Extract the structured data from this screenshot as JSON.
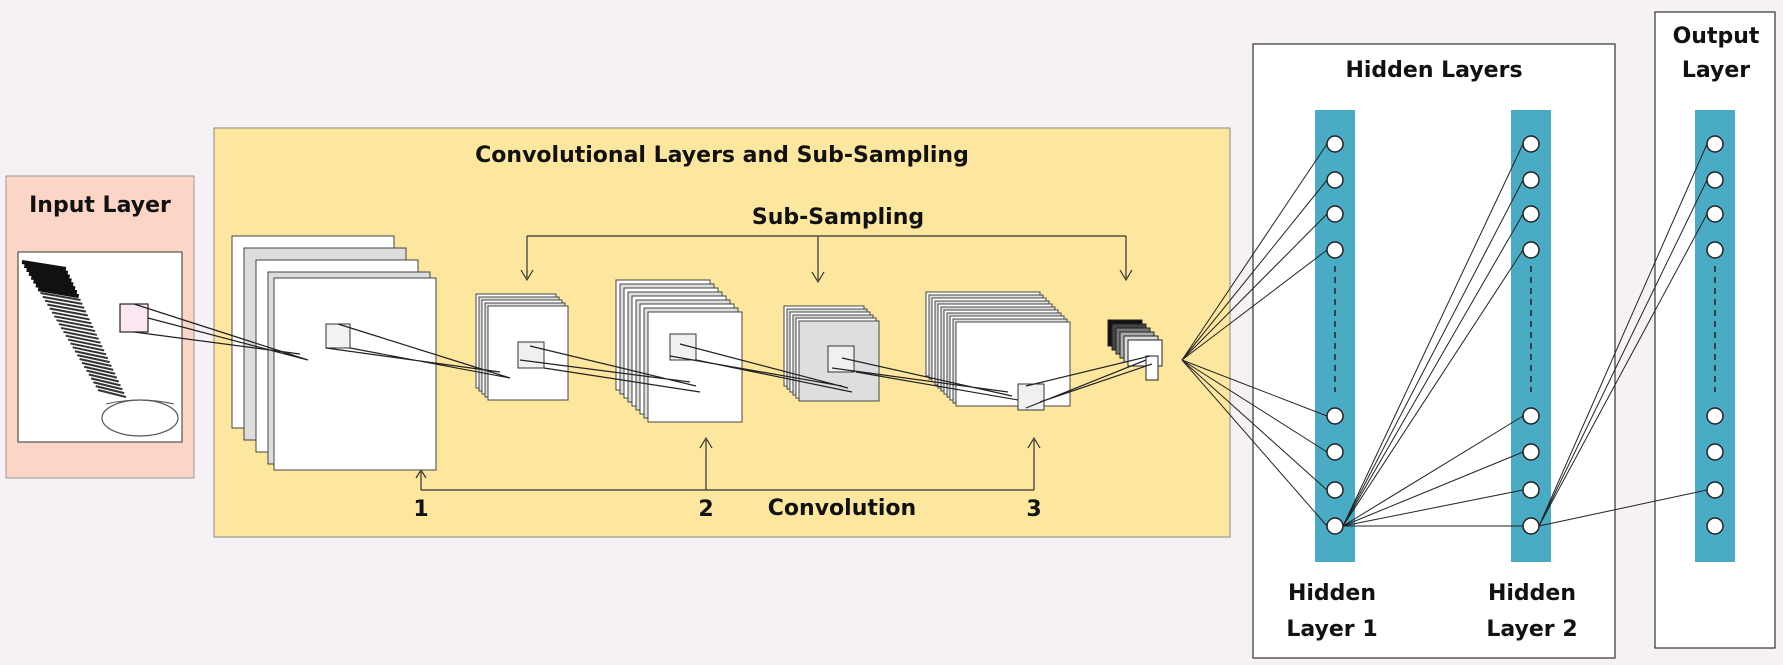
{
  "input_layer": {
    "title": "Input Layer"
  },
  "conv_block": {
    "title": "Convolutional Layers and Sub-Sampling",
    "subsampling_label": "Sub-Sampling",
    "convolution_label": "Convolution",
    "stage_numbers": [
      "1",
      "2",
      "3"
    ]
  },
  "hidden_block": {
    "title": "Hidden Layers",
    "layer1_label": [
      "Hidden",
      "Layer 1"
    ],
    "layer2_label": [
      "Hidden",
      "Layer 2"
    ]
  },
  "output_block": {
    "title": [
      "Output",
      "Layer"
    ]
  },
  "colors": {
    "page_bg": "#f6f1f5",
    "input_bg": "#fbd6c7",
    "conv_bg": "#fde79f",
    "neuron_bar": "#4aabc4",
    "stroke": "#222222"
  }
}
